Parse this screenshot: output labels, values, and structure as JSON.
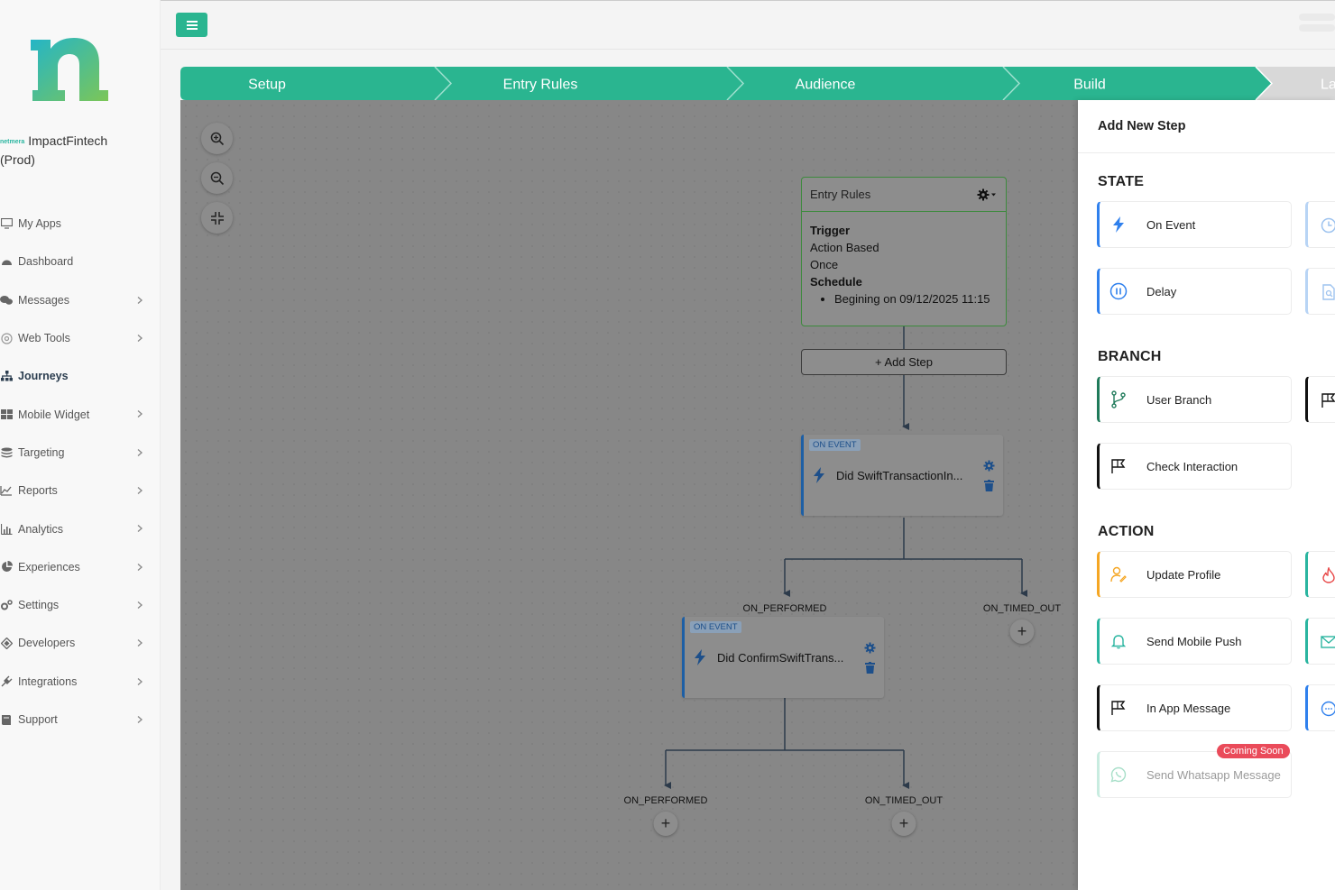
{
  "brand": {
    "mini_logo_text": "netmera",
    "app_name": "ImpactFintech",
    "environment": "(Prod)"
  },
  "nav": {
    "items": [
      {
        "label": "My Apps",
        "icon": "monitor-icon",
        "has_chevron": false
      },
      {
        "label": "Dashboard",
        "icon": "dashboard-icon",
        "has_chevron": false
      },
      {
        "label": "Messages",
        "icon": "messages-icon",
        "has_chevron": true
      },
      {
        "label": "Web Tools",
        "icon": "web-tools-icon",
        "has_chevron": true
      },
      {
        "label": "Journeys",
        "icon": "journeys-icon",
        "has_chevron": false,
        "active": true
      },
      {
        "label": "Mobile Widget",
        "icon": "widget-icon",
        "has_chevron": true
      },
      {
        "label": "Targeting",
        "icon": "targeting-icon",
        "has_chevron": true
      },
      {
        "label": "Reports",
        "icon": "reports-icon",
        "has_chevron": true
      },
      {
        "label": "Analytics",
        "icon": "analytics-icon",
        "has_chevron": true
      },
      {
        "label": "Experiences",
        "icon": "experiences-icon",
        "has_chevron": true
      },
      {
        "label": "Settings",
        "icon": "settings-icon",
        "has_chevron": true
      },
      {
        "label": "Developers",
        "icon": "developers-icon",
        "has_chevron": true
      },
      {
        "label": "Integrations",
        "icon": "integrations-icon",
        "has_chevron": true
      },
      {
        "label": "Support",
        "icon": "support-icon",
        "has_chevron": true
      }
    ]
  },
  "stepper": {
    "steps": [
      "Setup",
      "Entry Rules",
      "Audience",
      "Build",
      "La"
    ],
    "active_color": "#2ab590",
    "inactive_color": "#d8d8d8"
  },
  "canvas": {
    "entry_card": {
      "title": "Entry Rules",
      "trigger_heading": "Trigger",
      "trigger_type": "Action Based",
      "trigger_frequency": "Once",
      "schedule_heading": "Schedule",
      "schedule_item": "Begining on 09/12/2025 11:15"
    },
    "add_step_label": "+ Add Step",
    "event_cards": [
      {
        "tag": "ON EVENT",
        "title": "Did SwiftTransactionIn..."
      },
      {
        "tag": "ON EVENT",
        "title": "Did ConfirmSwiftTrans..."
      }
    ],
    "branch_labels": {
      "performed_1": "ON_PERFORMED",
      "timed_out_1": "ON_TIMED_OUT",
      "performed_2": "ON_PERFORMED",
      "timed_out_2": "ON_TIMED_OUT"
    },
    "plus_symbol": "+"
  },
  "panel": {
    "title": "Add New Step",
    "sections": {
      "state": "STATE",
      "branch": "BRANCH",
      "action": "ACTION"
    },
    "cards": {
      "on_event": {
        "label": "On Event",
        "icon": "bolt-icon",
        "accent": "#2f80ed"
      },
      "delay": {
        "label": "Delay",
        "icon": "pause-circle-icon",
        "accent": "#2f80ed"
      },
      "user_branch": {
        "label": "User Branch",
        "icon": "branch-icon",
        "accent": "#1f7a5a"
      },
      "check_interaction": {
        "label": "Check Interaction",
        "icon": "flag-icon",
        "accent": "#111111"
      },
      "update_profile": {
        "label": "Update Profile",
        "icon": "user-edit-icon",
        "accent": "#f5a623"
      },
      "send_mobile_push": {
        "label": "Send Mobile Push",
        "icon": "bell-icon",
        "accent": "#2ab5a0"
      },
      "in_app_message": {
        "label": "In App Message",
        "icon": "flag-icon",
        "accent": "#111111"
      },
      "send_whatsapp": {
        "label": "Send Whatsapp Message",
        "icon": "whatsapp-icon",
        "accent": "#c8ece0"
      }
    },
    "coming_soon_badge": "Coming Soon"
  }
}
